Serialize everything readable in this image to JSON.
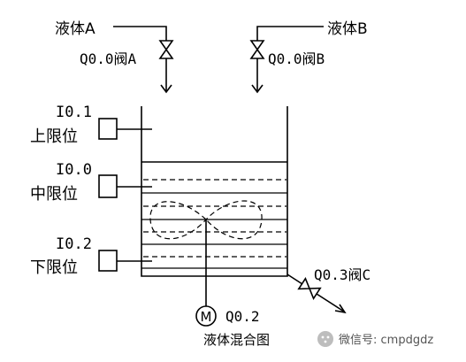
{
  "inlets": {
    "a": {
      "liquid": "液体A",
      "valve": "Q0.0阀A"
    },
    "b": {
      "liquid": "液体B",
      "valve": "Q0.0阀B"
    }
  },
  "sensors": {
    "upper": {
      "addr": "I0.1",
      "label": "上限位"
    },
    "middle": {
      "addr": "I0.0",
      "label": "中限位"
    },
    "lower": {
      "addr": "I0.2",
      "label": "下限位"
    }
  },
  "outlet": {
    "valve": "Q0.3阀C"
  },
  "motor": {
    "symbol": "M",
    "addr": "Q0.2"
  },
  "caption": "液体混合图",
  "watermark": {
    "text": "微信号: cmpdgdz"
  }
}
